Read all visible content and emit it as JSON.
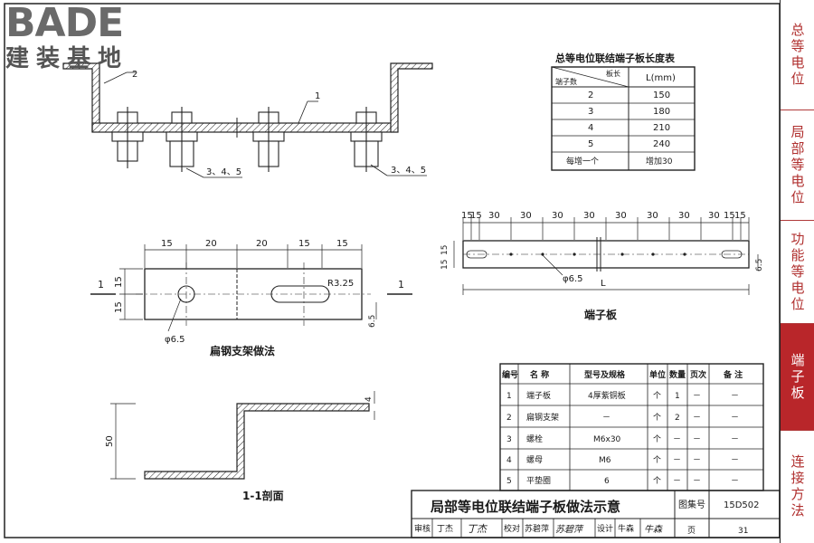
{
  "logo": {
    "brand": "BADE",
    "subtitle": "建装基地"
  },
  "sidebar": [
    {
      "label": "总等电位",
      "active": false
    },
    {
      "label": "局部等电位",
      "active": false
    },
    {
      "label": "功能等电位",
      "active": false
    },
    {
      "label": "端子板",
      "active": true
    },
    {
      "label": "连接方法",
      "active": false
    }
  ],
  "top_assembly": {
    "callout_1": "1",
    "callout_2": "2",
    "callout_345_left": "3、4、5",
    "callout_345_right": "3、4、5"
  },
  "length_table": {
    "title": "总等电位联结端子板长度表",
    "header_col1_top": "板长",
    "header_col1_bottom": "端子数",
    "header_col2": "L(mm)",
    "rows": [
      {
        "terminals": "2",
        "length": "150"
      },
      {
        "terminals": "3",
        "length": "180"
      },
      {
        "terminals": "4",
        "length": "210"
      },
      {
        "terminals": "5",
        "length": "240"
      },
      {
        "terminals": "每增一个",
        "length": "增加30"
      }
    ]
  },
  "terminal_board": {
    "caption": "端子板",
    "dim_top": [
      "15",
      "15",
      "30",
      "30",
      "30",
      "30",
      "30",
      "30",
      "15",
      "15"
    ],
    "dim_left": [
      "15",
      "15"
    ],
    "dim_right": "6.5",
    "hole_label": "φ6.5",
    "length_label": "L"
  },
  "bracket": {
    "caption": "扁钢支架做法",
    "dims_top": [
      "15",
      "20",
      "20",
      "15",
      "15"
    ],
    "dims_left": [
      "15",
      "15"
    ],
    "dim_right": "6.5",
    "radius_label": "R3.25",
    "hole_label": "φ6.5",
    "section_mark": "1"
  },
  "section": {
    "caption": "1-1剖面",
    "dim_height": "50",
    "dim_thickness": "4"
  },
  "parts_table": {
    "headers": [
      "编号",
      "名  称",
      "型号及规格",
      "单位",
      "数量",
      "页次",
      "备  注"
    ],
    "rows": [
      [
        "1",
        "端子板",
        "4厚紫铜板",
        "个",
        "1",
        "－",
        "－"
      ],
      [
        "2",
        "扁钢支架",
        "－",
        "个",
        "2",
        "－",
        "－"
      ],
      [
        "3",
        "螺栓",
        "M6x30",
        "个",
        "－",
        "－",
        "－"
      ],
      [
        "4",
        "螺母",
        "M6",
        "个",
        "－",
        "－",
        "－"
      ],
      [
        "5",
        "平垫圈",
        "6",
        "个",
        "－",
        "－",
        "－"
      ]
    ]
  },
  "title_block": {
    "title": "局部等电位联结端子板做法示意",
    "atlas_label": "图集号",
    "atlas_no": "15D502",
    "review_label": "审核",
    "reviewer": "丁杰",
    "reviewer_sig": "丁杰",
    "check_label": "校对",
    "checker": "苏碧萍",
    "checker_sig": "苏碧萍",
    "design_label": "设计",
    "designer": "牛森",
    "designer_sig": "牛森",
    "page_label": "页",
    "page_no": "31"
  }
}
